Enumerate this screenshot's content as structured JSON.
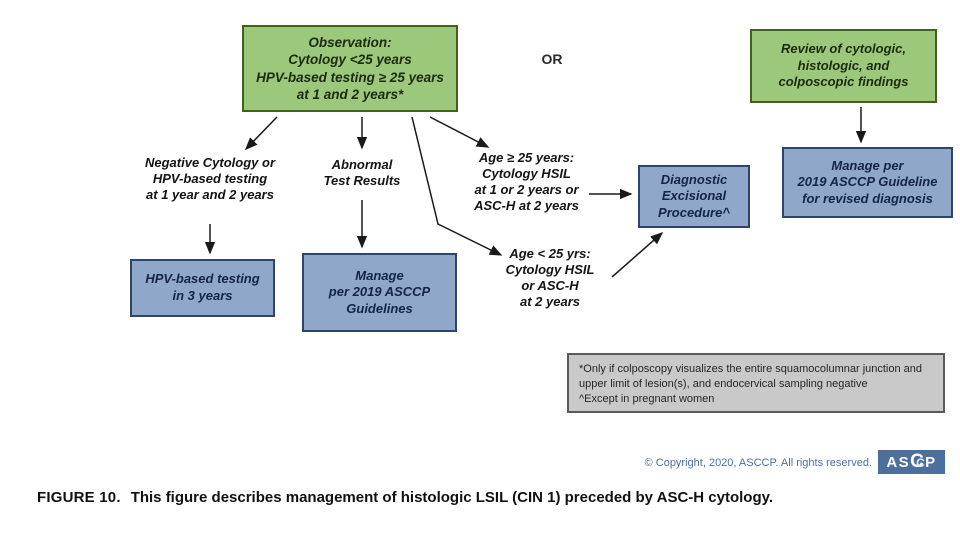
{
  "colors": {
    "green_fill": "#9cc87c",
    "green_border": "#42611f",
    "blue_fill": "#8fa7c9",
    "blue_border": "#2e4468",
    "gray_fill": "#c9c9c9",
    "copyright_blue": "#4a6fa5",
    "logo_blue": "#4d6f9e",
    "arrow_color": "#1a1a1a"
  },
  "diagram": {
    "or_label": "OR",
    "boxes": {
      "observation": "Observation:\nCytology <25 years\nHPV-based testing ≥ 25 years\nat 1 and 2 years*",
      "review": "Review of cytologic,\nhistologic, and\ncolposcopic findings",
      "hpv_3yr": "HPV-based testing\nin 3 years",
      "manage_guidelines": "Manage\nper 2019 ASCCP\nGuidelines",
      "diagnostic": "Diagnostic\nExcisional\nProcedure^",
      "manage_revised": "Manage per\n2019 ASCCP Guideline\nfor revised diagnosis"
    },
    "labels": {
      "negative": "Negative Cytology or\nHPV-based testing\nat 1 year and 2 years",
      "abnormal": "Abnormal\nTest Results",
      "age_ge_25": "Age ≥ 25 years:\nCytology HSIL\nat 1 or 2 years or\nASC-H at 2 years",
      "age_lt_25": "Age < 25 yrs:\nCytology HSIL\nor ASC-H\nat 2 years"
    },
    "footnote": "*Only if colposcopy visualizes the entire squamocolumnar junction and\nupper limit of lesion(s), and endocervical sampling negative\n^Except in pregnant women"
  },
  "footer": {
    "copyright": "© Copyright, 2020, ASCCP. All rights reserved.",
    "logo": {
      "left": "AS",
      "c_outer": "C",
      "c_inner": "C",
      "right": "P"
    }
  },
  "caption": {
    "figure_label": "FIGURE 10.",
    "text": "This figure describes management of histologic LSIL (CIN 1) preceded by ASC-H cytology."
  }
}
